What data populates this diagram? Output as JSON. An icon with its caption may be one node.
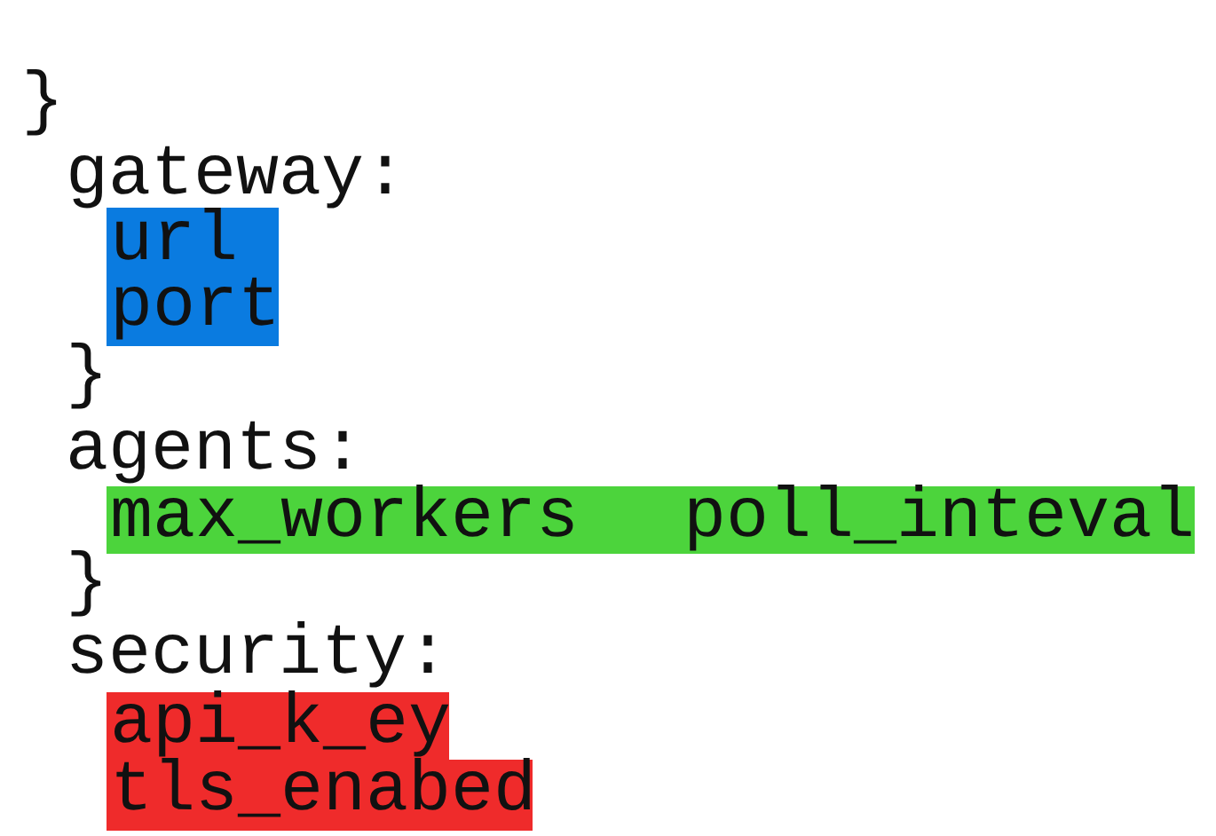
{
  "diagram": {
    "nodes": [
      {
        "text": [
          "url",
          "port"
        ]
      },
      {
        "text": [
          "max_workers",
          "poll_inteval"
        ]
      },
      {
        "text": [
          "api_k_ey",
          "tls_enabed"
        ]
      }
    ],
    "labels": [
      "}",
      "gateway:",
      "}",
      "agents:",
      "}",
      "security:"
    ]
  }
}
